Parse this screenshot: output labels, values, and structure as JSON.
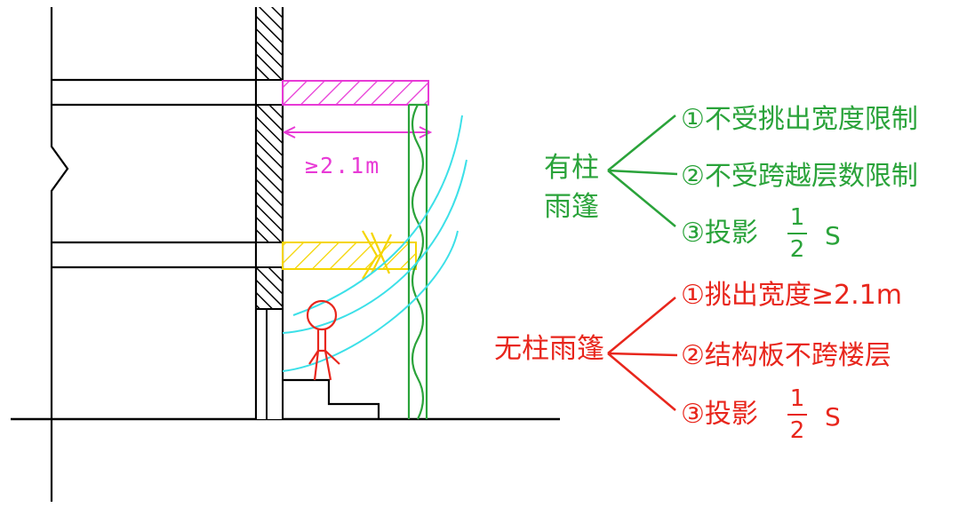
{
  "dimension_label": "≥2.1m",
  "columned": {
    "title_line1": "有柱",
    "title_line2": "雨篷",
    "items": [
      "①不受挑出宽度限制",
      "②不受跨越层数限制",
      "③投影"
    ],
    "fraction": {
      "numerator": "1",
      "denominator": "2"
    },
    "symbol": "S"
  },
  "uncolumned": {
    "title": "无柱雨篷",
    "items": [
      "①挑出宽度≥2.1m",
      "②结构板不跨楼层",
      "③投影"
    ],
    "fraction": {
      "numerator": "1",
      "denominator": "2"
    },
    "symbol": "S"
  },
  "colors": {
    "structure": "#000000",
    "magenta_canopy": "#e83ad6",
    "yellow_canopy": "#f5d500",
    "column": "#2aa33a",
    "wind": "#3ce0e8",
    "person": "#e8261c",
    "green_text": "#2aa33a",
    "red_text": "#e8261c"
  }
}
